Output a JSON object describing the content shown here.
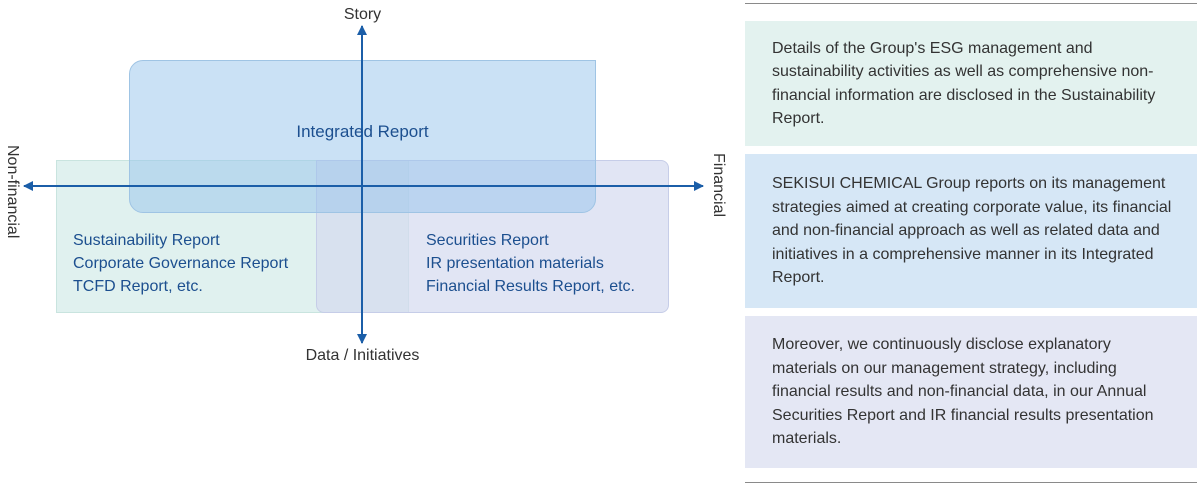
{
  "diagram": {
    "axes": {
      "top": "Story",
      "bottom": "Data / Initiatives",
      "left": "Non-financial",
      "right": "Financial"
    },
    "integrated_report": "Integrated Report",
    "sustainability_group": [
      "Sustainability Report",
      "Corporate Governance Report",
      "TCFD Report, etc."
    ],
    "securities_group": [
      "Securities Report",
      "IR presentation materials",
      "Financial Results Report, etc."
    ],
    "colors": {
      "axis": "#1b5ea8",
      "label_text": "#1c4f8f"
    }
  },
  "descriptions": [
    "Details of the Group's ESG management and sustainability activities as well as comprehensive non-financial information are disclosed in the Sustainability Report.",
    "SEKISUI CHEMICAL Group reports on its management strategies aimed at creating corporate value, its financial and non-financial approach as well as related data and initiatives in a comprehensive manner in its Integrated Report.",
    "Moreover, we continuously disclose explanatory materials on our management strategy, including financial results and non-financial data, in our Annual Securities Report and IR financial results presentation materials."
  ]
}
